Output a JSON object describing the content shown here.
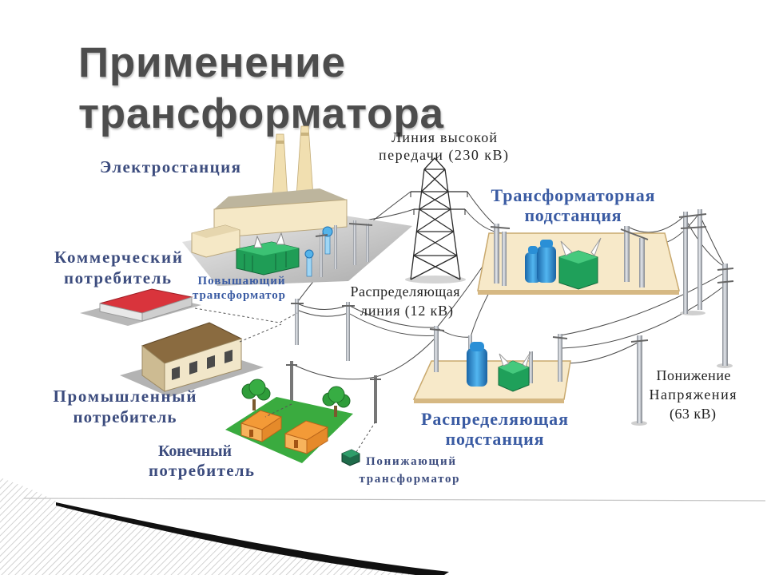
{
  "slide": {
    "title": [
      "Применение",
      "трансформатора"
    ]
  },
  "labels": {
    "power_plant": "Электростанция",
    "high_voltage_line": [
      "Линия высокой",
      "передачи (230 кВ)"
    ],
    "transformer_substation": [
      "Трансформаторная",
      "подстанция"
    ],
    "commercial_consumer": [
      "Коммерческий",
      "потребитель"
    ],
    "step_up_transformer": [
      "Повышающий",
      "трансформатор"
    ],
    "distribution_line": [
      "Распределяющая",
      "линия (12 кВ)"
    ],
    "industrial_consumer": [
      "Промышленный",
      "потребитель"
    ],
    "voltage_reduction": [
      "Понижение",
      "Напряжения",
      "(63 кВ)"
    ],
    "distribution_substation": [
      "Распределяющая",
      "подстанция"
    ],
    "end_consumer": [
      "Конечный",
      "потребитель"
    ],
    "step_down_transformer": [
      "Понижающий",
      "трансформатор"
    ]
  },
  "colors": {
    "title": "#4d4d4d",
    "label": "#3c4c7e",
    "label_accent": "#3a5ba3",
    "line_text": "#222222",
    "transformer_green": "#1f9d56",
    "transformer_blue": "#2a8fd6"
  }
}
